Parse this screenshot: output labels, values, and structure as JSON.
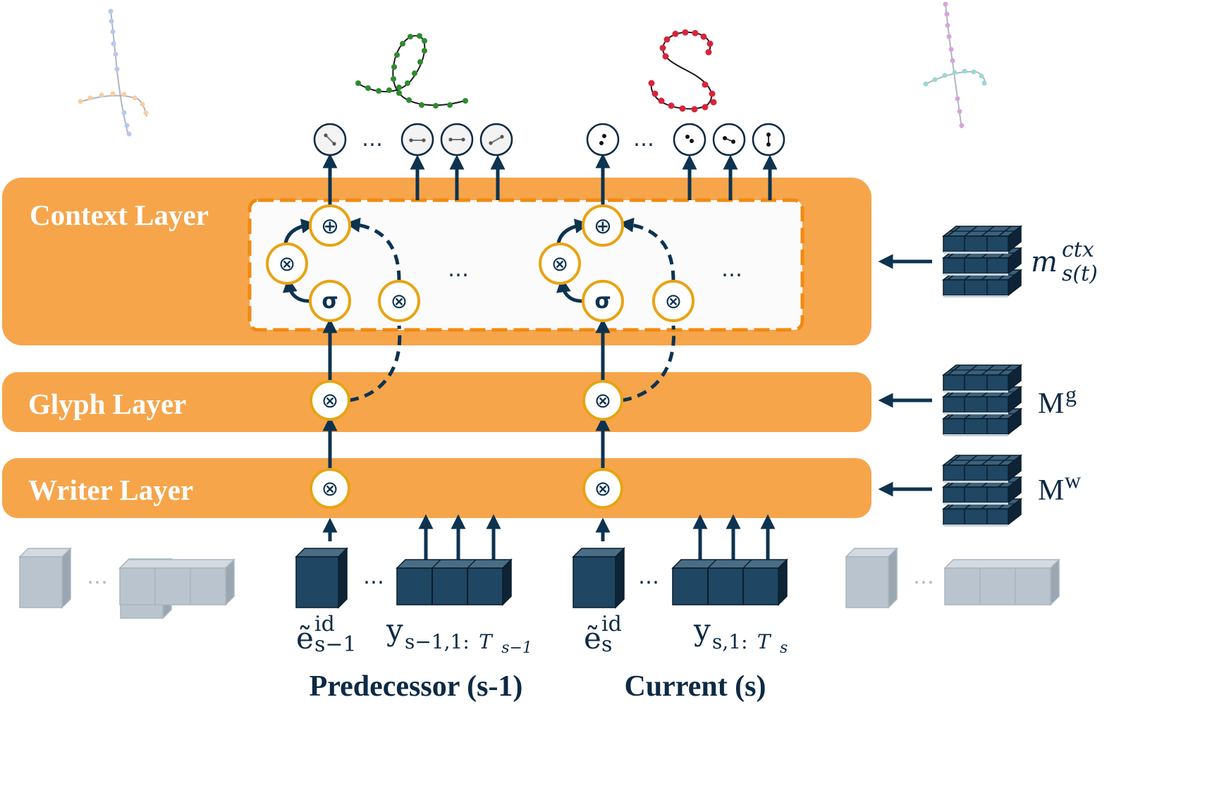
{
  "layers": {
    "context": "Context Layer",
    "glyph": "Glyph Layer",
    "writer": "Writer Layer"
  },
  "operators": {
    "add": "⊕",
    "mul": "⊗",
    "sigma": "σ"
  },
  "ellipsis": "…",
  "memories": {
    "context_base": "m",
    "context_sup": "ctx",
    "context_sub": "s(t)",
    "glyph_base": "M",
    "glyph_sup": "g",
    "writer_base": "M",
    "writer_sup": "w"
  },
  "inputs": {
    "pred_id_base": "ẽ",
    "pred_id_sup": "id",
    "pred_id_sub": "s−1",
    "pred_seq_base": "y",
    "pred_seq_sub": "s−1,1:",
    "pred_seq_sub_var": "T",
    "pred_seq_sub_var_sub": "s−1",
    "curr_id_base": "ẽ",
    "curr_id_sup": "id",
    "curr_id_sub": "s",
    "curr_seq_base": "y",
    "curr_seq_sub": "s,1:",
    "curr_seq_sub_var": "T",
    "curr_seq_sub_var_sub": "s"
  },
  "captions": {
    "predecessor": "Predecessor (s-1)",
    "current": "Current (s)"
  },
  "colors": {
    "layer_orange": "#f6a54b",
    "node_border": "#e8a314",
    "navy": "#0d3350",
    "dashed_border": "#f08a12",
    "faded_block": "#b4bec8",
    "pred_glyph": "#2e8b2e",
    "curr_glyph": "#d8243c"
  }
}
